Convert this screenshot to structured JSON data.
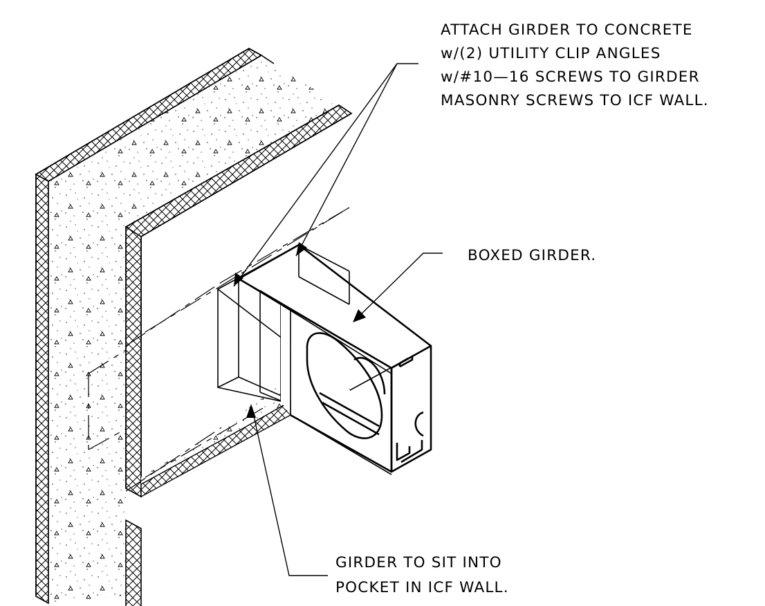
{
  "notes": {
    "attach": {
      "line1": "ATTACH GIRDER TO CONCRETE",
      "line2": "w/(2) UTILITY CLIP ANGLES",
      "line3": "w/#10—16 SCREWS TO GIRDER",
      "line4": "MASONRY SCREWS TO ICF WALL."
    },
    "boxed": {
      "line1": "BOXED GIRDER."
    },
    "pocket": {
      "line1": "GIRDER TO SIT INTO",
      "line2": "POCKET IN ICF WALL."
    }
  },
  "colors": {
    "ink": "#000000",
    "background": "#ffffff"
  }
}
